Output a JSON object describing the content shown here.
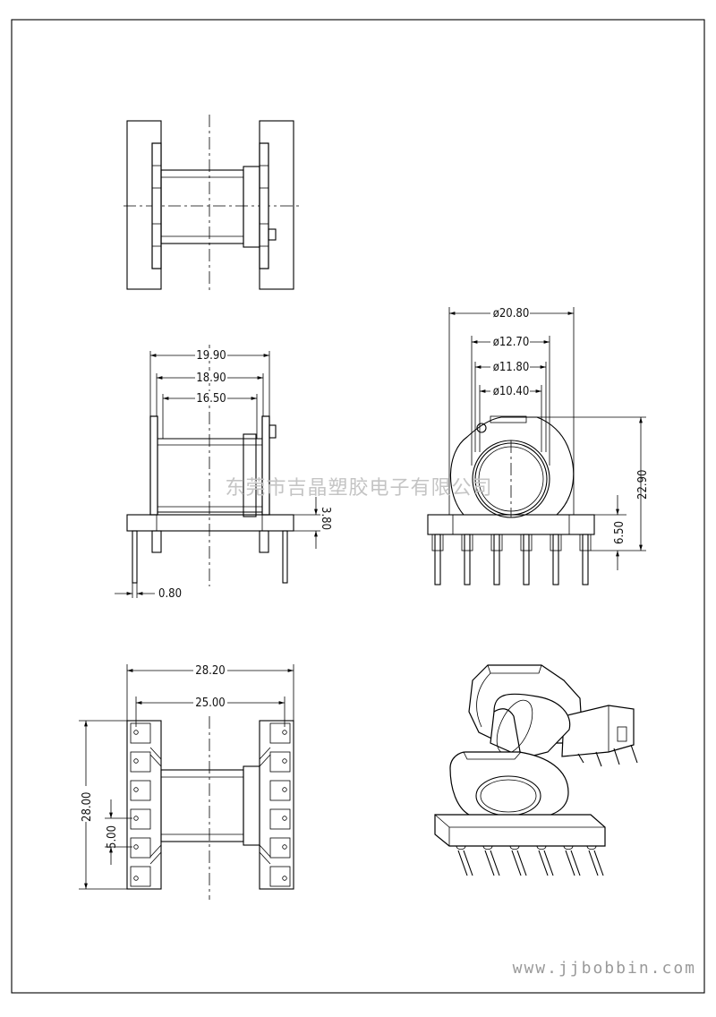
{
  "dimensions": {
    "top_flange_outer": "19.90",
    "top_flange_inner": "18.90",
    "top_winding_width": "16.50",
    "side_height": "3.80",
    "pin_diameter": "0.80",
    "flange_diameter": "ø20.80",
    "bore_outer": "ø12.70",
    "bore_mid": "ø11.80",
    "bore_inner": "ø10.40",
    "overall_height": "22.90",
    "pin_length": "6.50",
    "base_length": "28.20",
    "pin_span": "25.00",
    "base_width": "28.00",
    "pin_pitch": "5.00"
  },
  "watermark": "东莞市吉晶塑胶电子有限公司",
  "website": "www.jjbobbin.com"
}
